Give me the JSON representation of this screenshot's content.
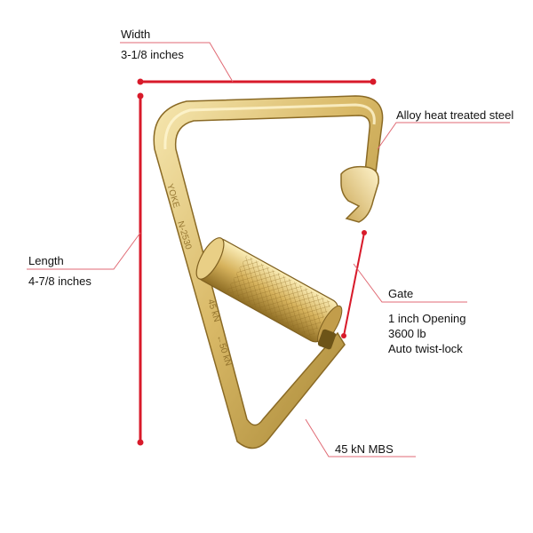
{
  "width": {
    "title": "Width",
    "value": "3-1/8 inches"
  },
  "length": {
    "title": "Length",
    "value": "4-7/8 inches"
  },
  "material": {
    "text": "Alloy heat treated steel"
  },
  "gate": {
    "title": "Gate",
    "lines": [
      "1 inch Opening",
      "3600 lb",
      "Auto twist-lock"
    ]
  },
  "mbs": {
    "text": "45 kN MBS"
  },
  "engraving": [
    "YOKE",
    "N-2530",
    "45 kN",
    "←50 kN"
  ],
  "colors": {
    "annotation": "#d81a2a",
    "leader": "#e06a74",
    "metal_light": "#f3e2a3",
    "metal_mid": "#d8b865",
    "metal_dark": "#9c7a2e"
  }
}
